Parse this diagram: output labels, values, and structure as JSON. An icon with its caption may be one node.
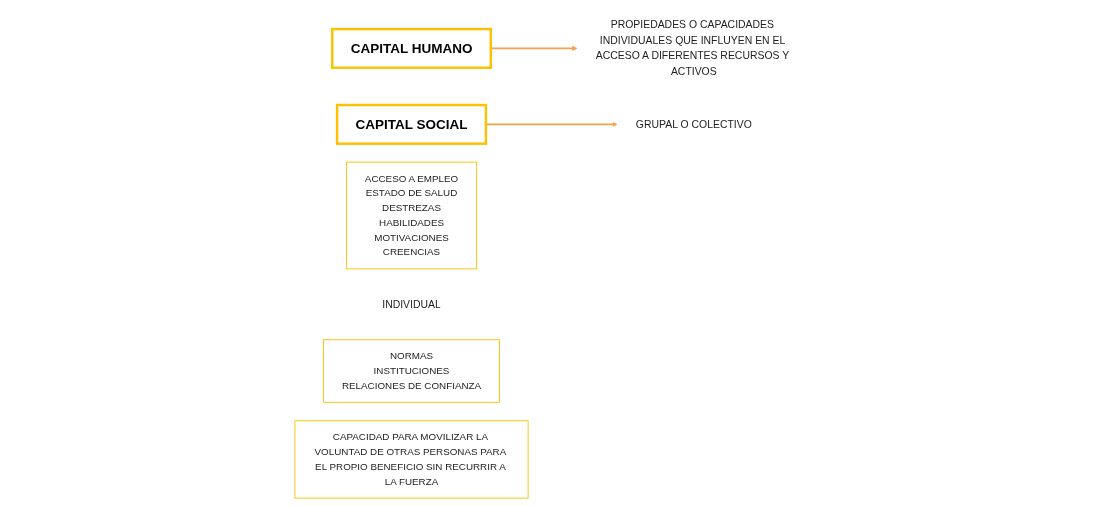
{
  "diagram": {
    "nodes": [
      {
        "text": [
          "CAPITAL HUMANO"
        ]
      },
      {
        "text": [
          "CAPITAL SOCIAL"
        ]
      },
      {
        "text": [
          "PROPIEDADES O CAPACIDADES INDIVIDUALES QUE INFLUYEN EN EL ACCESO A DIFERENTES RECURSOS Y ACTIVOS"
        ]
      },
      {
        "text": [
          "ACCESO A EMPLEO",
          "ESTADO DE SALUD",
          "DESTREZAS",
          "HABILIDADES",
          "MOTIVACIONES",
          "CREENCIAS"
        ]
      },
      {
        "text": [
          "GRUPAL O COLECTIVO"
        ]
      },
      {
        "text": [
          "INDIVIDUAL"
        ]
      },
      {
        "text": [
          "NORMAS",
          "INSTITUCIONES",
          "RELACIONES DE CONFIANZA"
        ]
      },
      {
        "text": [
          "CAPACIDAD PARA MOVILIZAR LA VOLUNTAD DE OTRAS PERSONAS PARA EL PROPIO BENEFICIO SIN RECURRIR A LA FUERZA"
        ]
      }
    ],
    "edges": [
      {
        "from": 0,
        "to": 2,
        "arrow": "to"
      },
      {
        "from": 1,
        "to": 4,
        "arrow": "to"
      }
    ]
  }
}
